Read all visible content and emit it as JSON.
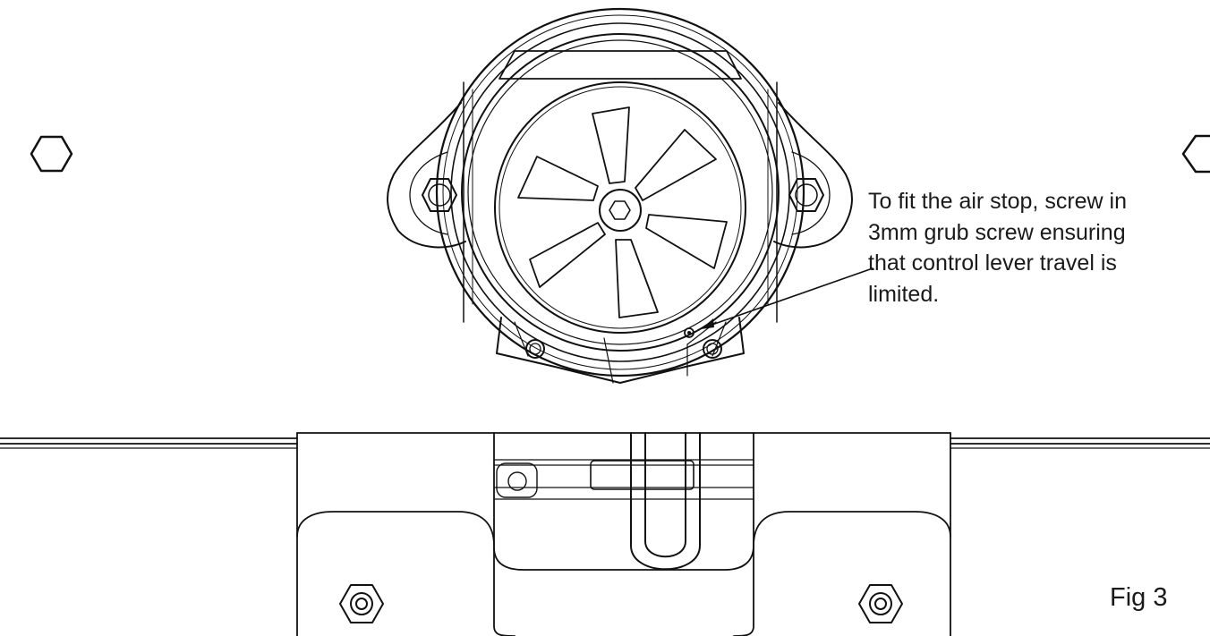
{
  "annotation": {
    "lines": [
      "To fit the air stop, screw in",
      "3mm grub screw ensuring",
      "that control lever travel is",
      "limited."
    ]
  },
  "figure_label": "Fig 3",
  "colors": {
    "line": "#111111",
    "background": "#ffffff",
    "text": "#1a1a1a"
  }
}
